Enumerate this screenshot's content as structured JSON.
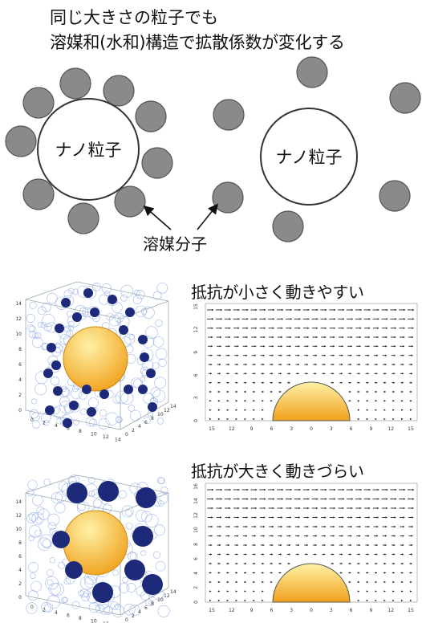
{
  "texts": {
    "title_line1": "同じ大きさの粒子でも",
    "title_line2": "溶媒和(水和)構造で拡散係数が変化する",
    "nano_label": "ナノ粒子",
    "solvent_label": "溶媒分子",
    "heading_easy": "抵抗が小さく動きやすい",
    "heading_hard": "抵抗が大きく動きづらい"
  },
  "cube_axis": {
    "z_ticks": [
      "0",
      "2",
      "4",
      "6",
      "8",
      "10",
      "12",
      "14"
    ],
    "x_ticks": [
      "0",
      "2",
      "4",
      "6",
      "8",
      "10",
      "12",
      "14"
    ],
    "y_ticks": [
      "0",
      "2",
      "4",
      "6",
      "8",
      "10",
      "12",
      "14"
    ]
  },
  "flow_axis": {
    "x_ticks": [
      "15",
      "12",
      "9",
      "6",
      "3",
      "0",
      "3",
      "6",
      "9",
      "12",
      "15"
    ],
    "y_ticks_easy": [
      "0",
      "3",
      "6",
      "9",
      "12",
      "15"
    ],
    "y_ticks_hard": [
      "0",
      "2",
      "4",
      "6",
      "8",
      "10",
      "12",
      "14",
      "16"
    ]
  },
  "colors": {
    "solvent_gray": "#8a8a8a",
    "particle_outline": "#333333",
    "blue_molecule": "#1d2a7a",
    "yellow_sphere_top": "#fff1a6",
    "yellow_sphere_bottom": "#f0a11c",
    "mesh_blue": "#9fb6ea"
  }
}
